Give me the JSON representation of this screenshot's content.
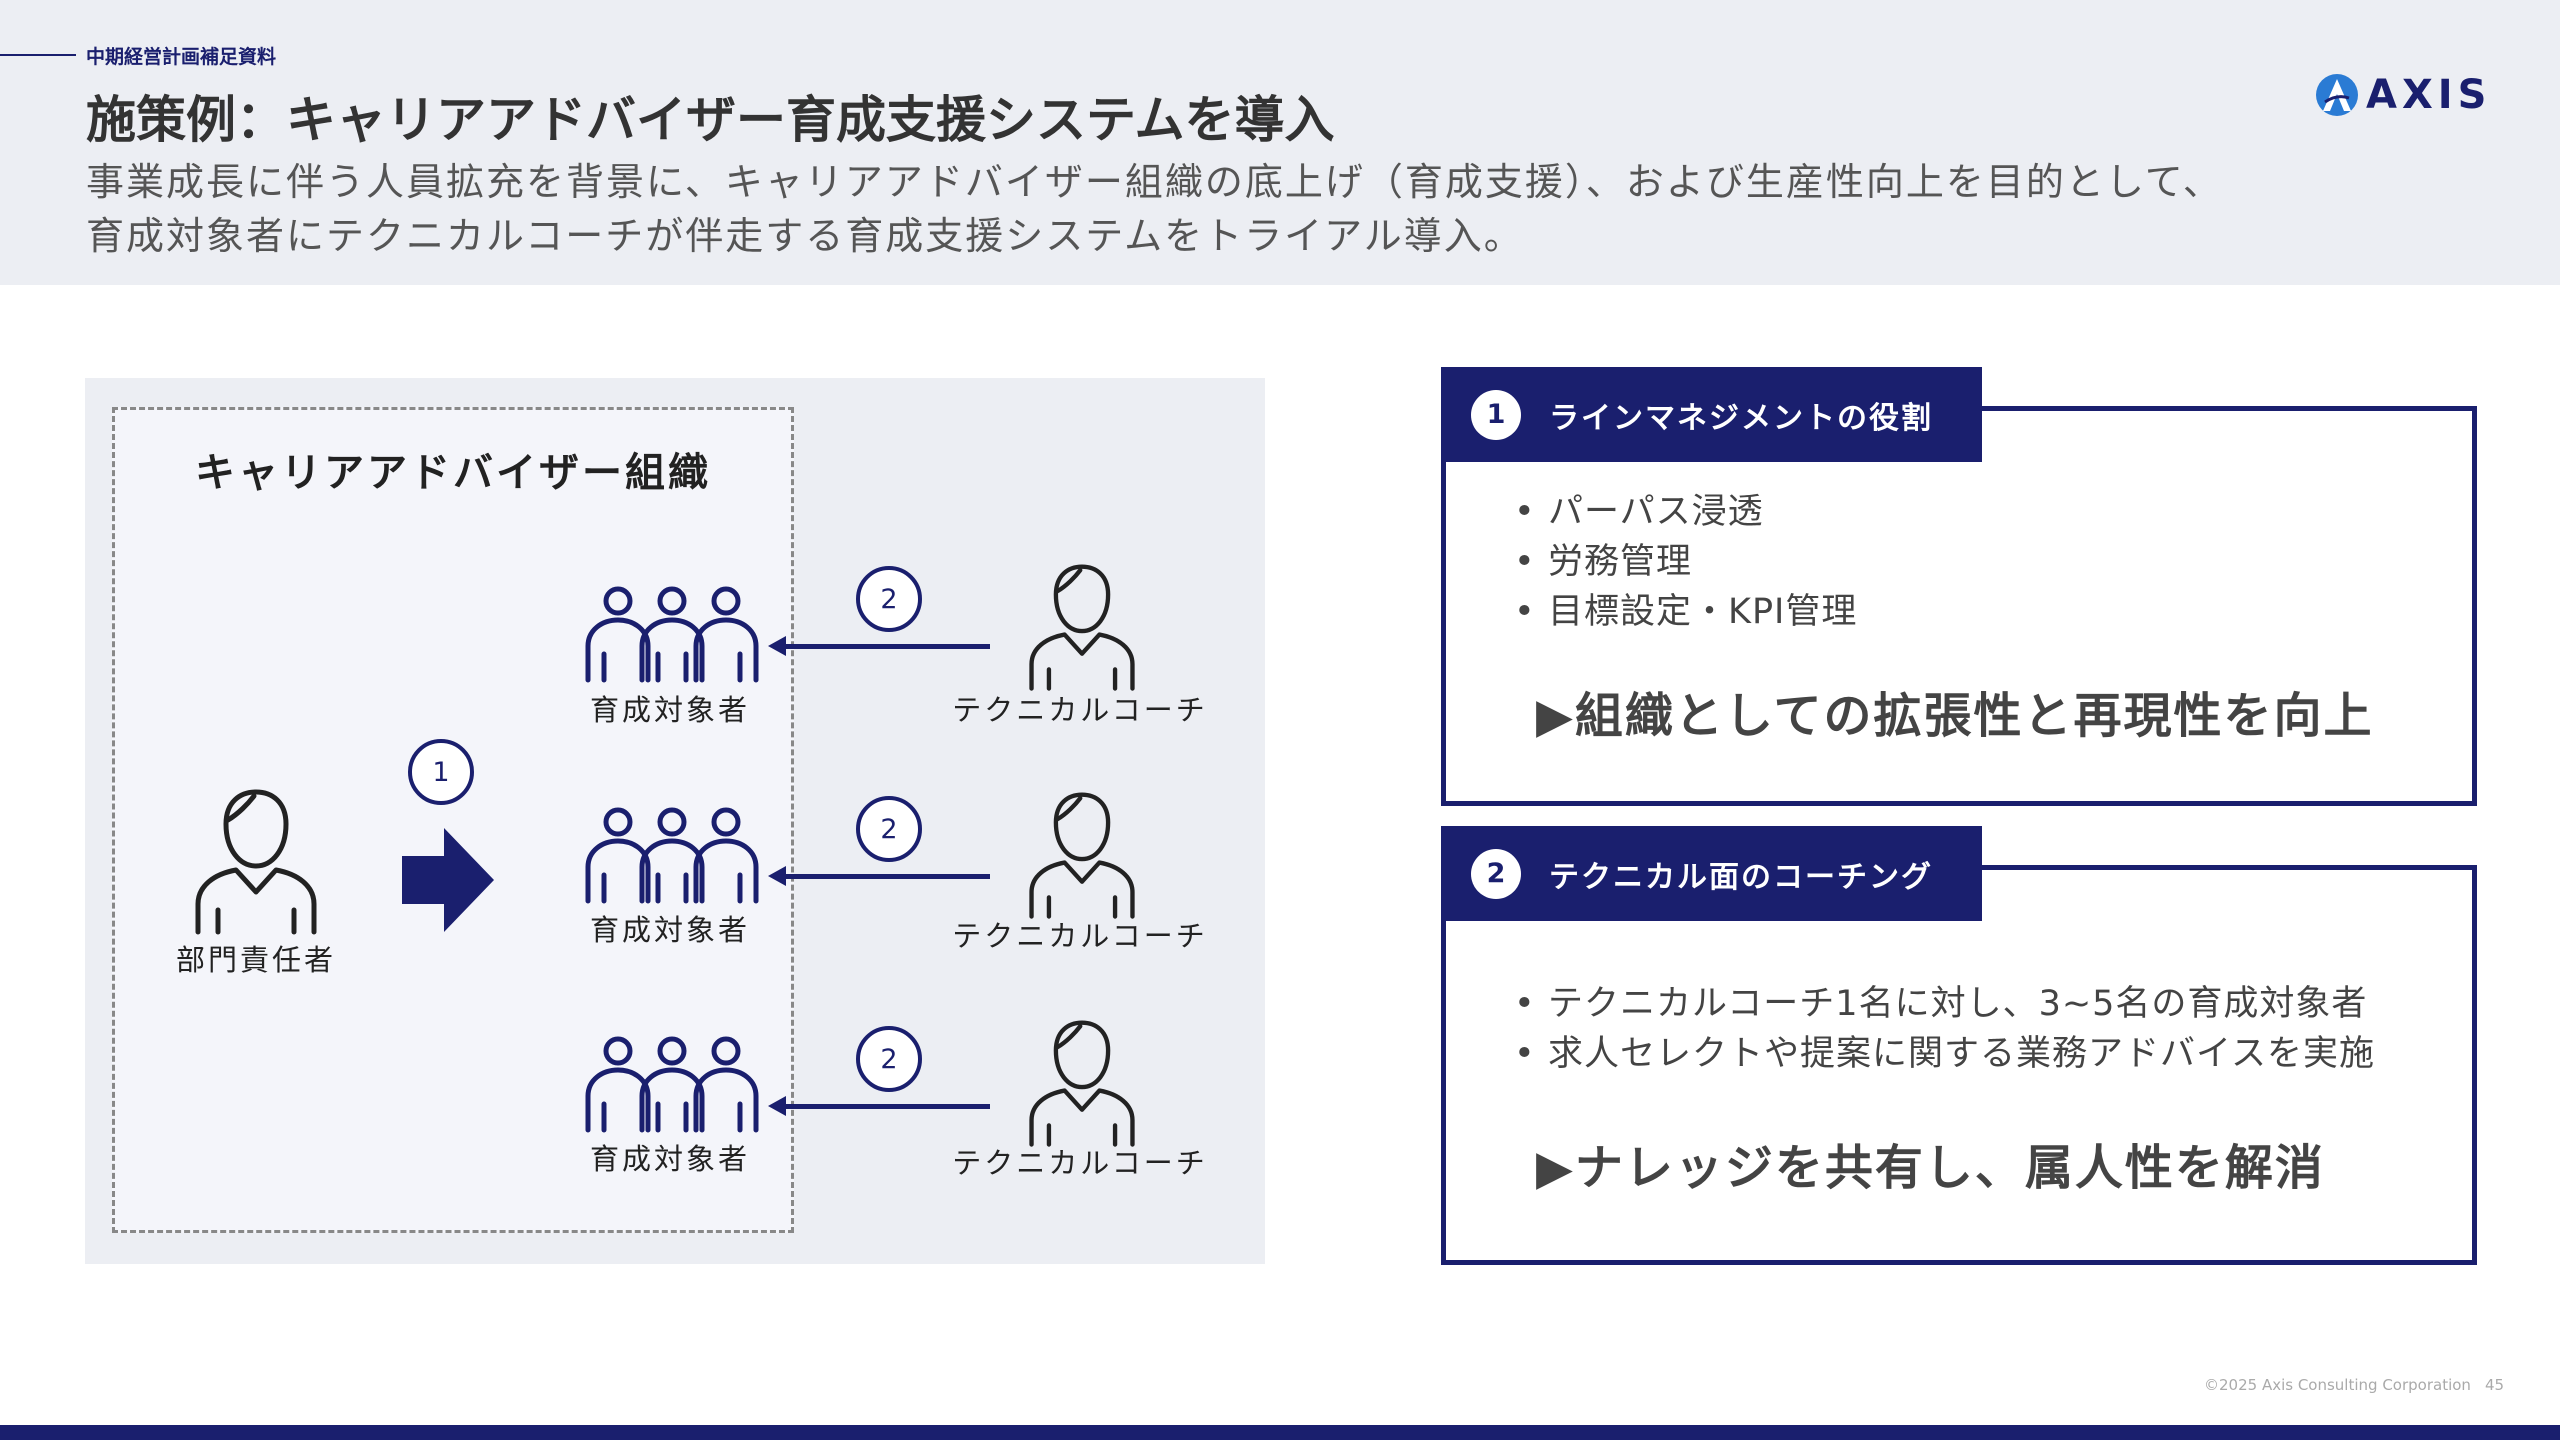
{
  "header": {
    "section_label": "中期経営計画補足資料",
    "title": "施策例：キャリアアドバイザー育成支援システムを導入",
    "lead_line1": "事業成長に伴う人員拡充を背景に、キャリアアドバイザー組織の底上げ（育成支援）、および生産性向上を目的として、",
    "lead_line2": "育成対象者にテクニカルコーチが伴走する育成支援システムをトライアル導入。"
  },
  "logo": {
    "text": "AXIS",
    "icon": "axis-logo-icon",
    "color": "#1a1f6e"
  },
  "diagram": {
    "org_title": "キャリアアドバイザー組織",
    "manager_label": "部門責任者",
    "step1_number": "1",
    "step2_number": "2",
    "trainee_label": "育成対象者",
    "coach_label": "テクニカルコーチ"
  },
  "panel1": {
    "number": "1",
    "title": "ラインマネジメントの役割",
    "bullets": [
      "パーパス浸透",
      "労務管理",
      "目標設定・KPI管理"
    ],
    "conclusion": "▶組織としての拡張性と再現性を向上"
  },
  "panel2": {
    "number": "2",
    "title": "テクニカル面のコーチング",
    "bullets": [
      "テクニカルコーチ1名に対し、3~5名の育成対象者",
      "求人セレクトや提案に関する業務アドバイスを実施"
    ],
    "conclusion": "▶ナレッジを共有し、属人性を解消"
  },
  "footer": {
    "copyright": "©2025 Axis Consulting Corporation",
    "page_number": "45"
  },
  "colors": {
    "navy": "#1a1f6e",
    "header_bg": "#eceef3"
  }
}
